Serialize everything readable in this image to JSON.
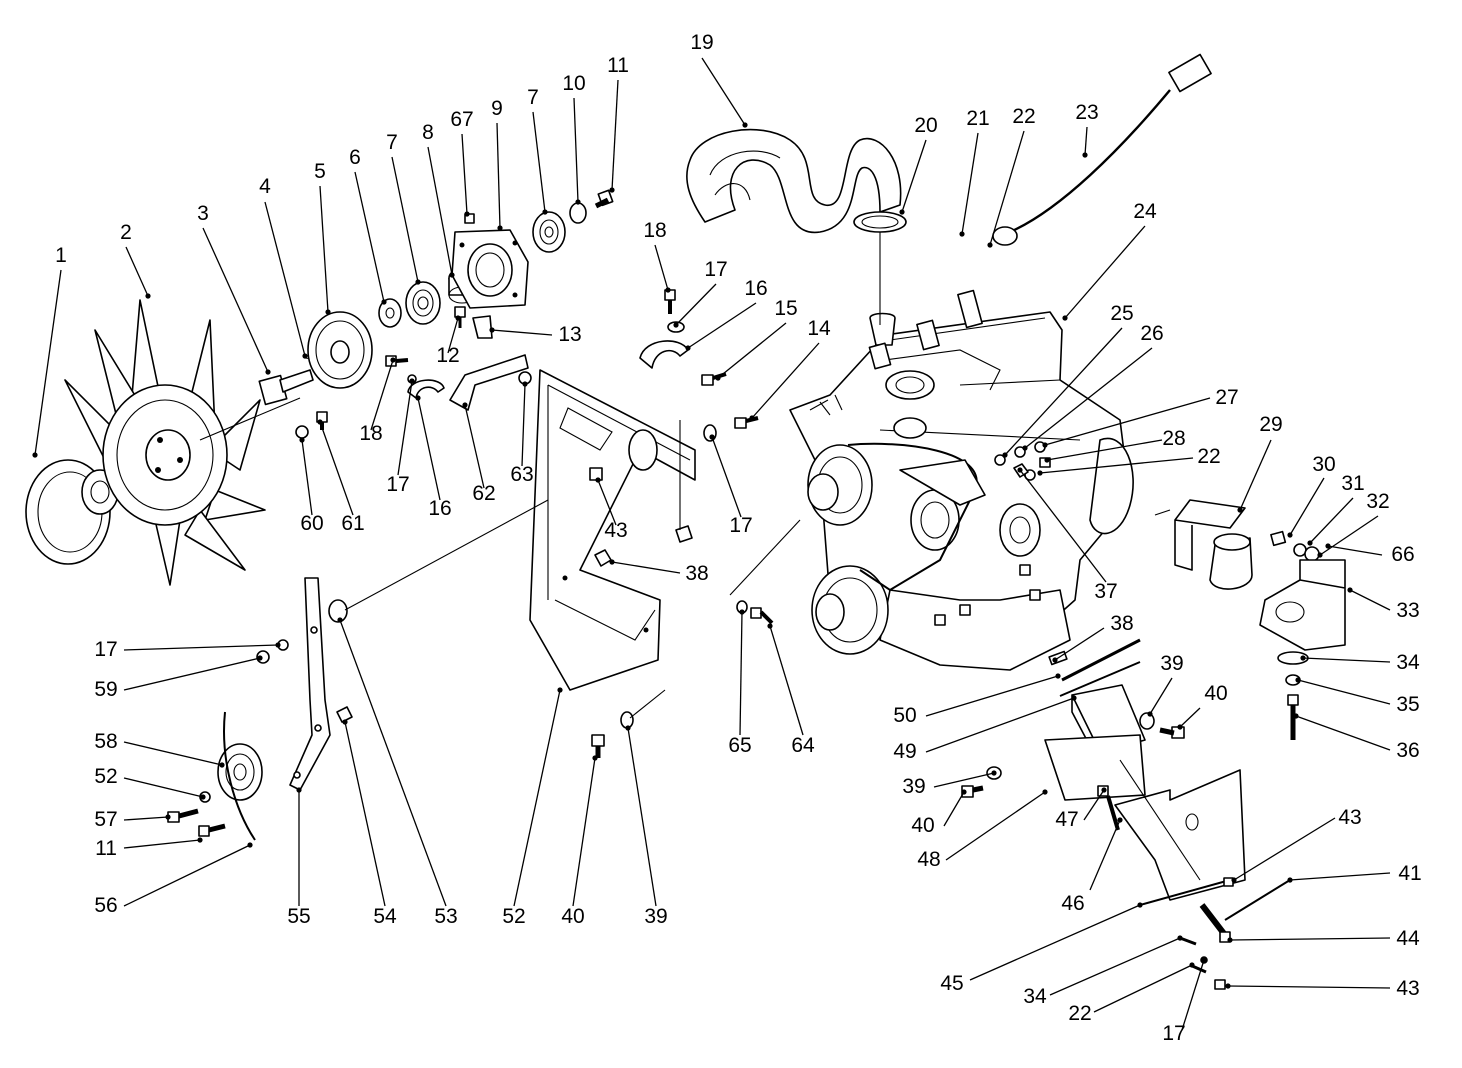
{
  "callouts": [
    {
      "id": "c1",
      "label": "1"
    },
    {
      "id": "c2",
      "label": "2"
    },
    {
      "id": "c3",
      "label": "3"
    },
    {
      "id": "c4",
      "label": "4"
    },
    {
      "id": "c5",
      "label": "5"
    },
    {
      "id": "c6",
      "label": "6"
    },
    {
      "id": "c7a",
      "label": "7"
    },
    {
      "id": "c8",
      "label": "8"
    },
    {
      "id": "c67",
      "label": "67"
    },
    {
      "id": "c9",
      "label": "9"
    },
    {
      "id": "c7b",
      "label": "7"
    },
    {
      "id": "c10",
      "label": "10"
    },
    {
      "id": "c11a",
      "label": "11"
    },
    {
      "id": "c19",
      "label": "19"
    },
    {
      "id": "c20",
      "label": "20"
    },
    {
      "id": "c21",
      "label": "21"
    },
    {
      "id": "c22a",
      "label": "22"
    },
    {
      "id": "c23",
      "label": "23"
    },
    {
      "id": "c24",
      "label": "24"
    },
    {
      "id": "c18a",
      "label": "18"
    },
    {
      "id": "c17a",
      "label": "17"
    },
    {
      "id": "c16a",
      "label": "16"
    },
    {
      "id": "c15",
      "label": "15"
    },
    {
      "id": "c14",
      "label": "14"
    },
    {
      "id": "c13",
      "label": "13"
    },
    {
      "id": "c12",
      "label": "12"
    },
    {
      "id": "c25",
      "label": "25"
    },
    {
      "id": "c26",
      "label": "26"
    },
    {
      "id": "c27",
      "label": "27"
    },
    {
      "id": "c28",
      "label": "28"
    },
    {
      "id": "c22b",
      "label": "22"
    },
    {
      "id": "c29",
      "label": "29"
    },
    {
      "id": "c30",
      "label": "30"
    },
    {
      "id": "c31",
      "label": "31"
    },
    {
      "id": "c32",
      "label": "32"
    },
    {
      "id": "c66",
      "label": "66"
    },
    {
      "id": "c33",
      "label": "33"
    },
    {
      "id": "c34a",
      "label": "34"
    },
    {
      "id": "c35",
      "label": "35"
    },
    {
      "id": "c36",
      "label": "36"
    },
    {
      "id": "c37",
      "label": "37"
    },
    {
      "id": "c18b",
      "label": "18"
    },
    {
      "id": "c17b",
      "label": "17"
    },
    {
      "id": "c16b",
      "label": "16"
    },
    {
      "id": "c62",
      "label": "62"
    },
    {
      "id": "c63",
      "label": "63"
    },
    {
      "id": "c60",
      "label": "60"
    },
    {
      "id": "c61",
      "label": "61"
    },
    {
      "id": "c17c",
      "label": "17"
    },
    {
      "id": "c43a",
      "label": "43"
    },
    {
      "id": "c38a",
      "label": "38"
    },
    {
      "id": "c17d",
      "label": "17"
    },
    {
      "id": "c59",
      "label": "59"
    },
    {
      "id": "c58",
      "label": "58"
    },
    {
      "id": "c52a",
      "label": "52"
    },
    {
      "id": "c57",
      "label": "57"
    },
    {
      "id": "c11b",
      "label": "11"
    },
    {
      "id": "c56",
      "label": "56"
    },
    {
      "id": "c55",
      "label": "55"
    },
    {
      "id": "c54",
      "label": "54"
    },
    {
      "id": "c53",
      "label": "53"
    },
    {
      "id": "c52b",
      "label": "52"
    },
    {
      "id": "c40a",
      "label": "40"
    },
    {
      "id": "c39a",
      "label": "39"
    },
    {
      "id": "c65",
      "label": "65"
    },
    {
      "id": "c64",
      "label": "64"
    },
    {
      "id": "c38b",
      "label": "38"
    },
    {
      "id": "c50",
      "label": "50"
    },
    {
      "id": "c49",
      "label": "49"
    },
    {
      "id": "c39b",
      "label": "39"
    },
    {
      "id": "c40b",
      "label": "40"
    },
    {
      "id": "c39c",
      "label": "39"
    },
    {
      "id": "c40c",
      "label": "40"
    },
    {
      "id": "c48",
      "label": "48"
    },
    {
      "id": "c47",
      "label": "47"
    },
    {
      "id": "c46",
      "label": "46"
    },
    {
      "id": "c43b",
      "label": "43"
    },
    {
      "id": "c41",
      "label": "41"
    },
    {
      "id": "c44",
      "label": "44"
    },
    {
      "id": "c43c",
      "label": "43"
    },
    {
      "id": "c45",
      "label": "45"
    },
    {
      "id": "c34b",
      "label": "34"
    },
    {
      "id": "c22c",
      "label": "22"
    },
    {
      "id": "c17e",
      "label": "17"
    }
  ]
}
